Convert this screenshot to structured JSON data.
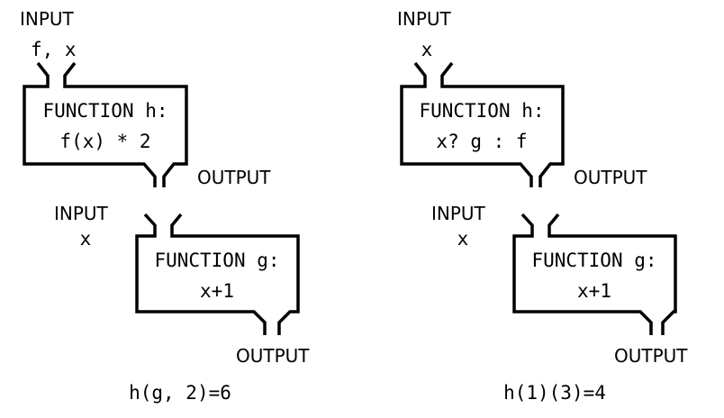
{
  "diagrams": [
    {
      "top_input_label": "INPUT",
      "top_input_args": "f, x",
      "top_function_title": "FUNCTION h:",
      "top_function_body": "f(x) * 2",
      "top_output_label": "OUTPUT",
      "bottom_input_label": "INPUT",
      "bottom_input_args": "x",
      "bottom_function_title": "FUNCTION g:",
      "bottom_function_body": "x+1",
      "bottom_output_label": "OUTPUT",
      "caption": "h(g, 2)=6"
    },
    {
      "top_input_label": "INPUT",
      "top_input_args": "x",
      "top_function_title": "FUNCTION h:",
      "top_function_body": "x? g : f",
      "top_output_label": "OUTPUT",
      "bottom_input_label": "INPUT",
      "bottom_input_args": "x",
      "bottom_function_title": "FUNCTION g:",
      "bottom_function_body": "x+1",
      "bottom_output_label": "OUTPUT",
      "caption": "h(1)(3)=4"
    }
  ]
}
